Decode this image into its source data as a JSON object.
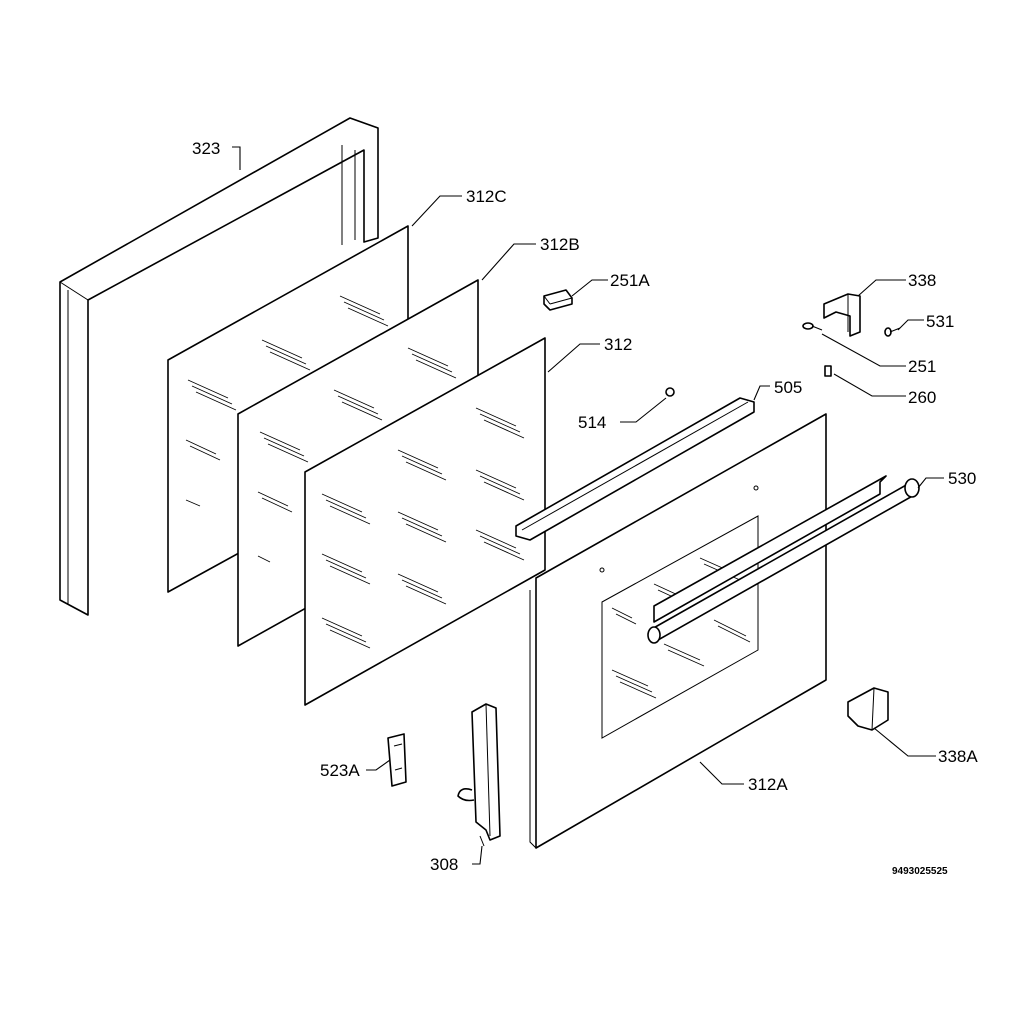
{
  "labels": {
    "l323": "323",
    "l312c": "312C",
    "l312b": "312B",
    "l251a": "251A",
    "l338": "338",
    "l531": "531",
    "l312": "312",
    "l251": "251",
    "l505": "505",
    "l260": "260",
    "l514": "514",
    "l530": "530",
    "l523a": "523A",
    "l338a": "338A",
    "l312a": "312A",
    "l308": "308"
  },
  "drawing_number": "9493025525"
}
